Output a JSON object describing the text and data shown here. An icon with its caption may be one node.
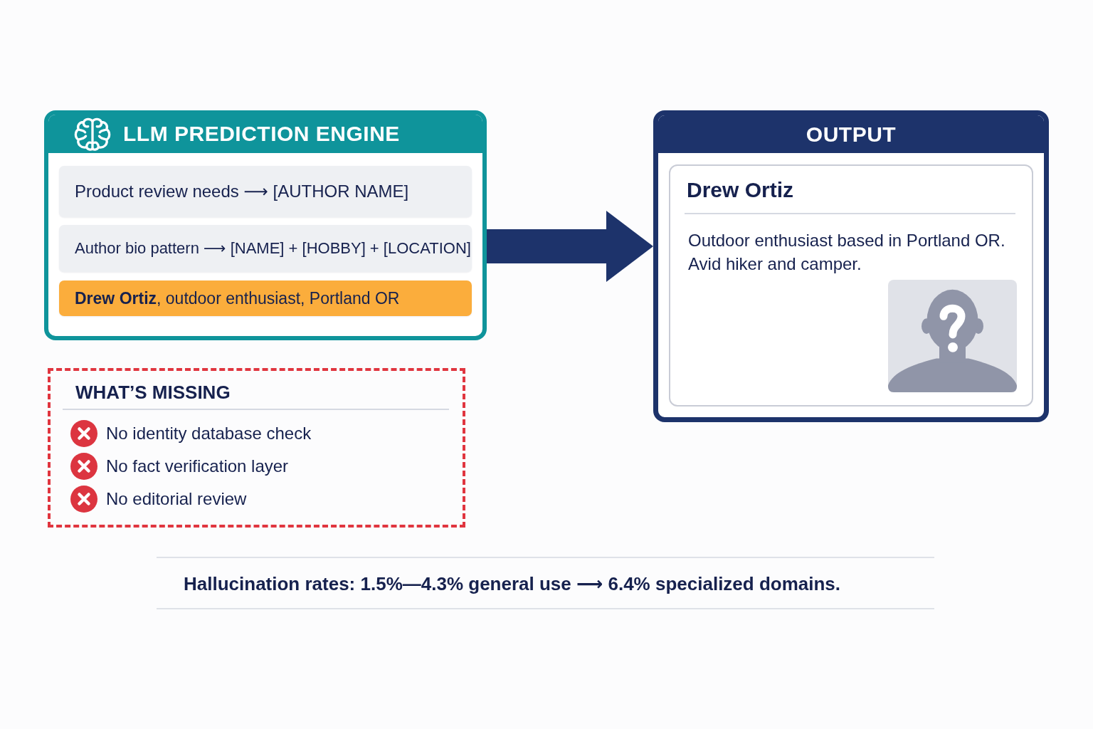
{
  "diagram": {
    "nodes": [
      {
        "text": [
          "LLM PREDICTION ENGINE"
        ]
      },
      {
        "text": [
          "Product review needs ⟶ [AUTHOR NAME]"
        ],
        "in": 0
      },
      {
        "text": [
          "Author bio pattern ⟶ [NAME] + [HOBBY] + [LOCATION]"
        ],
        "in": 0
      },
      {
        "text": [
          "**Drew Ortiz**, outdoor enthusiast, Portland OR"
        ],
        "in": 0
      },
      {
        "text": [
          "OUTPUT"
        ]
      },
      {
        "text": [
          "Drew Ortiz",
          "Outdoor enthusiast based in Portland OR. Avid hiker and camper."
        ],
        "in": 4
      },
      {
        "text": [
          "WHAT’S MISSING",
          "No identity database check",
          "No fact verification layer",
          "No editorial review"
        ]
      }
    ],
    "edges": [
      {
        "from": 0,
        "to": 4,
        "arrow": "to"
      }
    ],
    "labels": [
      "Hallucination rates: 1.5%—4.3% general use ⟶ 6.4% specialized domains."
    ]
  }
}
